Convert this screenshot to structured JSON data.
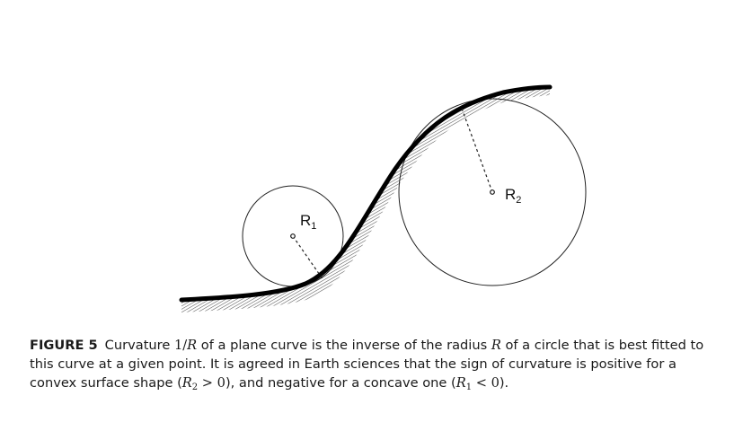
{
  "diagram": {
    "label_r1": "R",
    "label_r1_sub": "1",
    "label_r2": "R",
    "label_r2_sub": "2"
  },
  "caption": {
    "lead": "FIGURE 5",
    "t1": "Curvature ",
    "m_frac": "1/",
    "m_R1": "R",
    "t2": " of a plane curve is the inverse of the radius ",
    "m_R2": "R",
    "t3": " of a circle that is best fitted to this curve at a given point. It is agreed in Earth sciences that the sign of curvature is positive for a convex surface shape (",
    "m_Rconvex": "R",
    "m_Rconvex_sub": "2",
    "m_gt": " > 0",
    "t4": "), and negative for a concave one (",
    "m_Rconcave": "R",
    "m_Rconcave_sub": "1",
    "m_lt": " < 0",
    "t5": ")."
  }
}
